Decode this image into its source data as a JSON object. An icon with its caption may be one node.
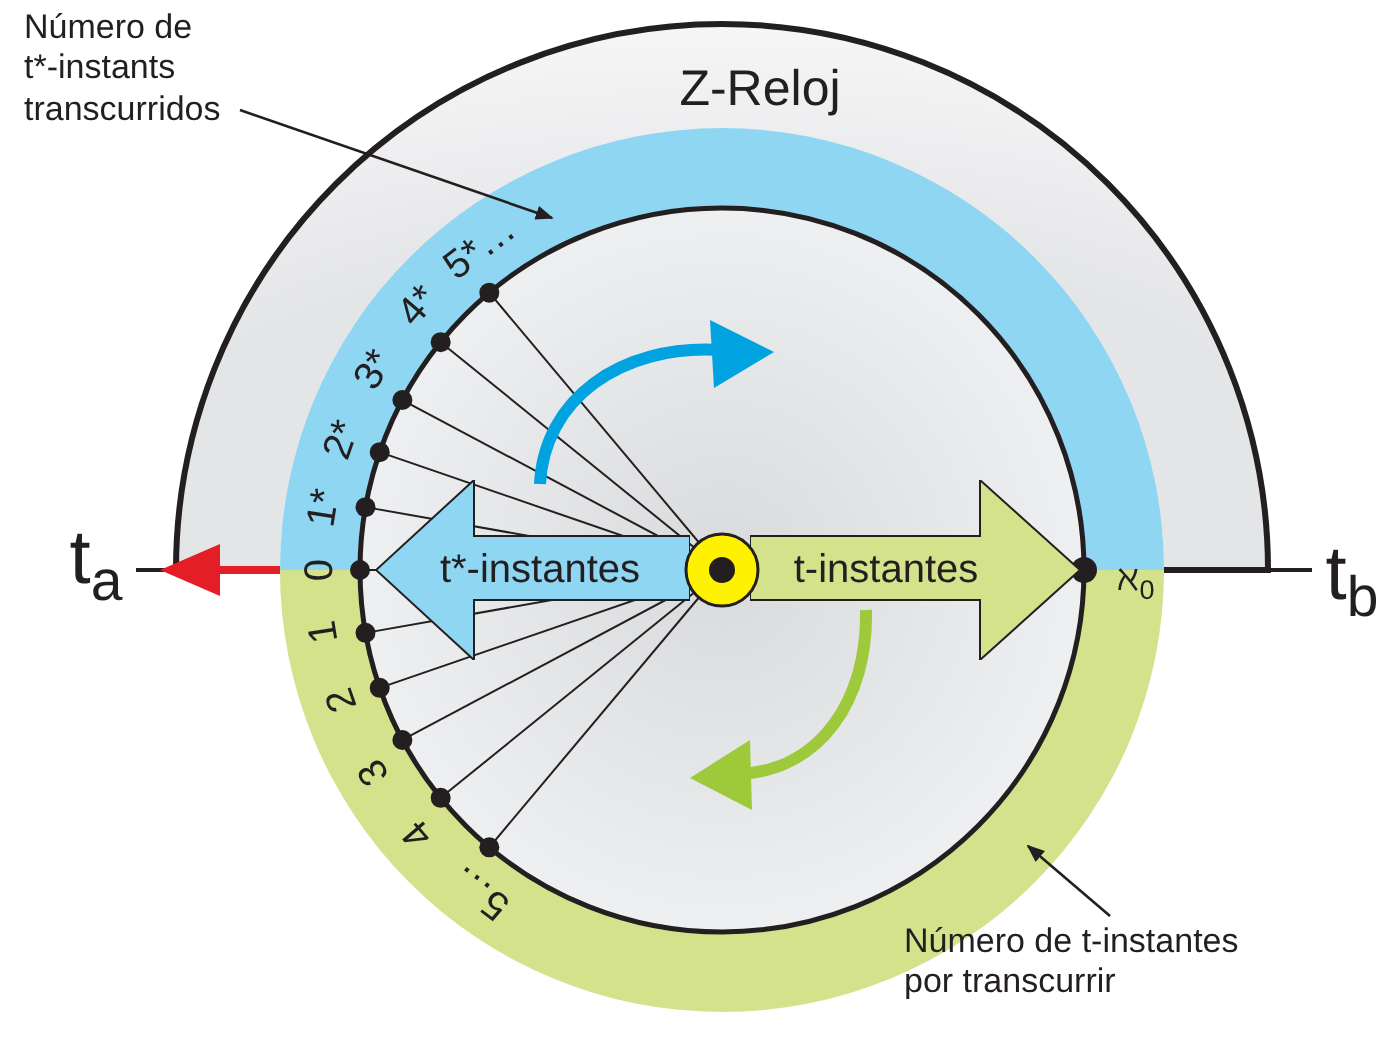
{
  "diagram": {
    "nodes": [
      {
        "text": [
          "Número de t*-instants transcurridos"
        ]
      },
      {
        "text": [],
        "shape": "band"
      },
      {
        "text": [
          "Número de t-instantes por transcurrir"
        ]
      },
      {
        "text": [],
        "shape": "band"
      },
      {
        "text": [
          "t*-instantes"
        ]
      },
      {
        "text": [
          "t-instantes"
        ]
      }
    ],
    "edges": [
      {
        "from": 0,
        "to": 1,
        "arrow": "to"
      },
      {
        "from": 2,
        "to": 3,
        "arrow": "to"
      }
    ],
    "labels": [
      "Z-Reloj",
      "5*…",
      "4*",
      "3*",
      "2*",
      "1*",
      "t$_{a}$",
      "0",
      "ℵ$_{0}$",
      "t$_{b}$",
      "1",
      "2",
      "3",
      "4",
      "5…"
    ]
  }
}
